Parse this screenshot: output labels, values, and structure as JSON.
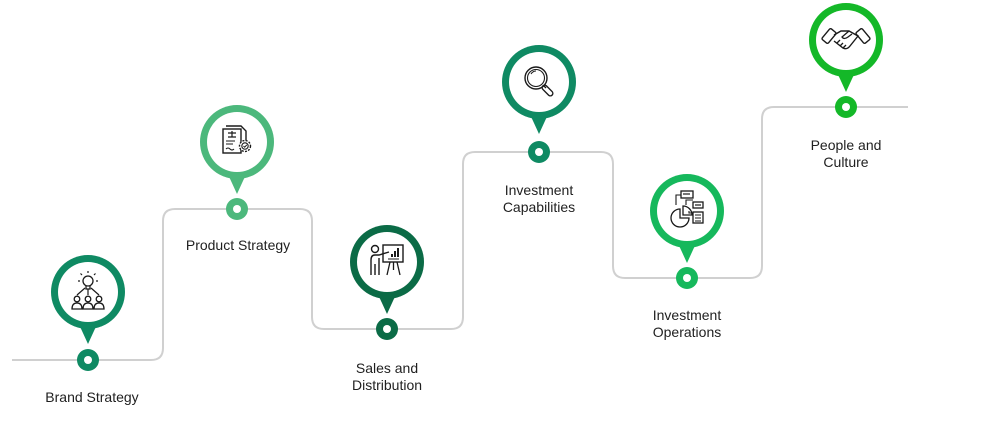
{
  "title": "",
  "colors": {
    "path_line": "#d0d0d0",
    "text": "#1f1f1f",
    "icon_stroke": "#1a1a1a"
  },
  "steps": [
    {
      "label_line1": "Brand Strategy",
      "label_line2": "",
      "icon": "idea-team-icon",
      "color": "#0f8a63"
    },
    {
      "label_line1": "Product Strategy",
      "label_line2": "",
      "icon": "document-gear-icon",
      "color": "#4cb87c"
    },
    {
      "label_line1": "Sales and",
      "label_line2": "Distribution",
      "icon": "presentation-icon",
      "color": "#0b6b46"
    },
    {
      "label_line1": "Investment",
      "label_line2": "Capabilities",
      "icon": "magnifier-icon",
      "color": "#0f8a63"
    },
    {
      "label_line1": "Investment",
      "label_line2": "Operations",
      "icon": "pie-chart-docs-icon",
      "color": "#16b85c"
    },
    {
      "label_line1": "People and",
      "label_line2": "Culture",
      "icon": "handshake-icon",
      "color": "#14b828"
    }
  ]
}
